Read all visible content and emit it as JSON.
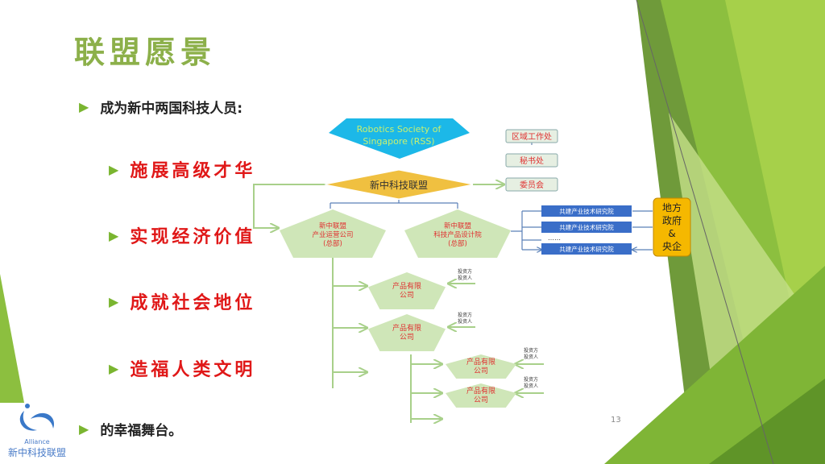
{
  "title": "联盟愿景",
  "intro": "成为新中两国科技人员:",
  "items": [
    "施展高级才华",
    "实现经济价值",
    "成就社会地位",
    "造福人类文明"
  ],
  "outro": "的幸福舞台。",
  "page_number": "13",
  "logo": {
    "en": "Alliance",
    "cn": "新中科技联盟"
  },
  "diagram": {
    "rss": [
      "Robotics Society of",
      "Singapore (RSS)"
    ],
    "alliance": "新中科技联盟",
    "org": [
      "区域工作处",
      "秘书处",
      "委员会"
    ],
    "hq1": [
      "新中联盟",
      "产业运营公司",
      "(总部)"
    ],
    "hq2": [
      "新中联盟",
      "科技产品设计院",
      "(总部)"
    ],
    "institute": "共建产业技术研究院",
    "ellipsis": "……",
    "gov": [
      "地方",
      "政府",
      "&",
      "央企"
    ],
    "company": [
      "产品有限",
      "公司"
    ],
    "investor": [
      "投资方",
      "投资人"
    ]
  },
  "colors": {
    "accent": "#8cb04a",
    "red": "#e01818"
  }
}
